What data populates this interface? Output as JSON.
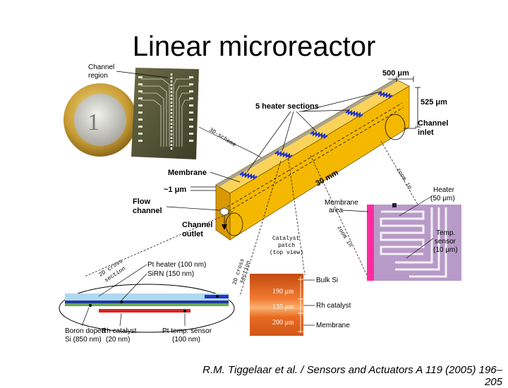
{
  "title": "Linear microreactor",
  "citation": "R.M. Tiggelaar et al. / Sensors and Actuators A 119 (2005) 196–205",
  "chip_photo": {
    "channel_region_line1": "Channel",
    "channel_region_line2": "region",
    "cross_section_3d": "3D-scheme"
  },
  "reactor": {
    "width": "500 μm",
    "height": "525 μm",
    "heater_sections": "5 heater sections",
    "channel_inlet_line1": "Channel",
    "channel_inlet_line2": "inlet",
    "membrane": "Membrane",
    "membrane_thickness": "~1 μm",
    "length": "30 mm",
    "flow_channel_line1": "Flow",
    "flow_channel_line2": "channel",
    "channel_outlet_line1": "Channel",
    "channel_outlet_line2": "outlet",
    "zoom_in_1": "zoom in",
    "zoom_in_2": "zoom in",
    "catalyst_patch_line1": "Catalyst",
    "catalyst_patch_line2": "patch",
    "catalyst_patch_line3": "(top view)"
  },
  "heater_photo": {
    "membrane_area_line1": "Membrane",
    "membrane_area_line2": "area",
    "heater_line1": "Heater",
    "heater_line2": "(50 μm)",
    "temp_sensor_line1": "Temp.",
    "temp_sensor_line2": "sensor",
    "temp_sensor_line3": "(10 μm)"
  },
  "cross_section_2d": {
    "label_1": "2D cross",
    "label_1b": "section",
    "label_2": "2D cross",
    "label_2b": "section",
    "pt_heater": "Pt heater (100 nm)",
    "sirn": "SiRN (150 nm)",
    "boron_line1": "Boron doped",
    "boron_line2": "Si (850 nm)",
    "rh_catalyst_line1": "Rh catalyst",
    "rh_catalyst_line2": "(20 nm)",
    "pt_temp_line1": "Pt temp. sensor",
    "pt_temp_line2": "(100 nm)"
  },
  "sem_image": {
    "thickness_1": "190 μm",
    "thickness_2": "135 μm",
    "thickness_3": "200 μm",
    "bulk_si": "Bulk Si",
    "rh_catalyst": "Rh catalyst",
    "membrane": "Membrane"
  },
  "colors": {
    "reactor_body": "#f5b800",
    "heater": "#2233cc",
    "chip": "#5a5a3a",
    "coin_outer": "#d9b44a",
    "coin_inner": "#c8c8c0",
    "sem_bg": "#e8601a",
    "heater_photo_bg": "#b89ac8"
  }
}
